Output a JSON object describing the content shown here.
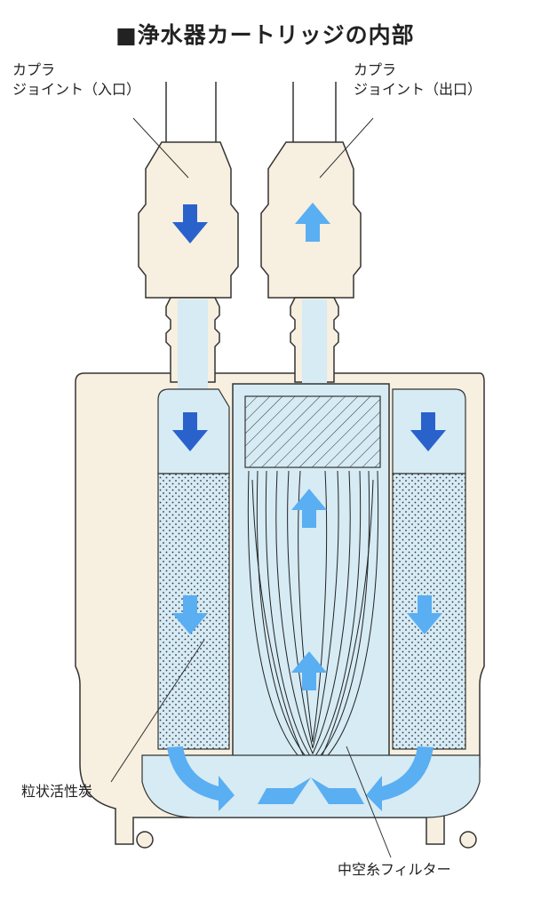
{
  "title": "■浄水器カートリッジの内部",
  "labels": {
    "inlet_line1": "カプラ",
    "inlet_line2": "ジョイント（入口）",
    "outlet_line1": "カプラ",
    "outlet_line2": "ジョイント（出口）",
    "carbon": "粒状活性炭",
    "filter": "中空糸フィルター"
  },
  "colors": {
    "housing": "#f7efdf",
    "water": "#d6ebf4",
    "inflow_arrow": "#2a62cc",
    "outflow_arrow": "#5aaef2",
    "outline": "#333333"
  }
}
